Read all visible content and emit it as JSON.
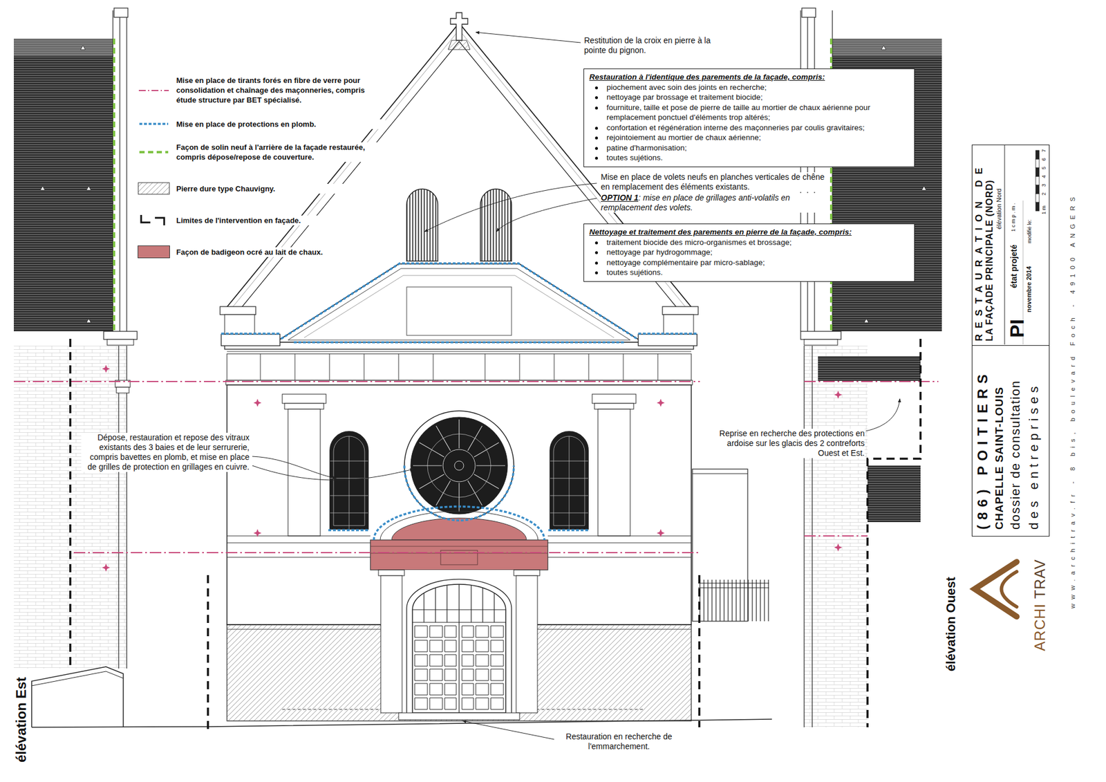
{
  "diagram": {
    "nodes": [
      {
        "text": [
          "Restauration à l'identique des parements de la façade, compris:",
          "piochement avec soin des joints en recherche;",
          "nettoyage par brossage et traitement biocide;",
          "fourniture, taille et pose de pierre de taille au mortier de chaux aérienne pour remplacement ponctuel d'éléments trop altérés;",
          "confortation et régénération interne des maçonneries par coulis gravitaires;",
          "rejointoiement au mortier de chaux aérienne;",
          "patine d'harmonisation;",
          "toutes sujétions."
        ]
      },
      {
        "text": [
          "Nettoyage et traitement des parements en pierre de la façade, compris:",
          "traitement biocide des micro-organismes et brossage;",
          "nettoyage par hydrogommage;",
          "nettoyage complémentaire par micro-sablage;",
          "toutes sujétions."
        ]
      },
      {
        "text": [
          "RESTAURATION DE",
          "LA FAÇADE PRINCIPALE (NORD)",
          "élévation Nord",
          "PI",
          "état projeté",
          "novembre 2014",
          "modifié le:",
          "1 c m p . m .",
          "1 m",
          "2",
          "3",
          "4",
          "5",
          "6",
          "7"
        ]
      },
      {
        "text": [
          "(86) POITIERS",
          "CHAPELLE SAINT-LOUIS",
          "dossier de consultation",
          "des entreprises"
        ]
      }
    ],
    "labels": [
      "Restitution de la croix en pierre à la pointe du pignon.",
      "Mise en place de volets neufs en planches verticales de chêne en remplacement des éléments existants.",
      "OPTION 1",
      ": mise en place de grillages anti-volatils en remplacement des volets.",
      "Dépose, restauration et repose des vitraux existants des 3 baies et de leur serrurerie, compris bavettes en plomb, et mise en place de grilles de protection en grillages en cuivre.",
      "Reprise en recherche des protections en ardoise sur les glacis des 2 contreforts Ouest et Est.",
      "Restauration en recherche de l'emmarchement.",
      "élévation Est",
      "élévation Ouest",
      "ARCHI",
      "TRAV",
      "www.architrav.fr - 8 bis, boulevard Foch - 49100 ANGERS"
    ],
    "legend": [
      {
        "text": "Mise en place de tirants forés en fibre de verre pour consolidation et chaînage des maçonneries, compris étude structure par BET spécialisé."
      },
      {
        "text": "Mise en place de protections en plomb."
      },
      {
        "text": "Façon de solin neuf à l'arrière de la façade restaurée, compris dépose/repose de couverture."
      },
      {
        "text": "Pierre dure type Chauvigny."
      },
      {
        "text": "Limites de l'intervention en façade."
      },
      {
        "text": "Façon de badigeon ocré au lait de chaux.",
        "color": "#c8797a"
      }
    ]
  }
}
